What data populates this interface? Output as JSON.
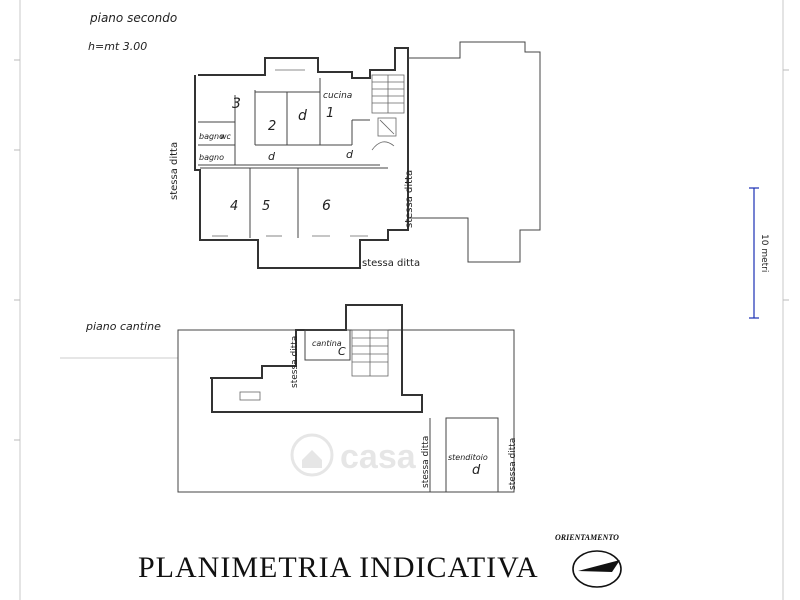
{
  "plan": {
    "upper": {
      "floor_label": "piano secondo",
      "height_label": "h=mt 3.00",
      "rooms": [
        "3",
        "2",
        "1",
        "4",
        "5",
        "6"
      ],
      "kitchen": "cucina",
      "bath1": "bagno",
      "bath1_tag": "wc",
      "bath2": "bagno",
      "notes": [
        "stessa ditta",
        "stessa ditta",
        "stessa ditta"
      ],
      "marks": [
        "d",
        "d",
        "d"
      ]
    },
    "lower": {
      "floor_label": "piano cantine",
      "cellar": "cantina",
      "cellar_mark": "C",
      "laundry": "stenditoio",
      "laundry_mark": "d",
      "notes": [
        "stessa ditta",
        "stessa ditta",
        "stessa ditta"
      ]
    },
    "scale_label": "10 metri",
    "orientation_label": "ORIENTAMENTO",
    "title": "PLANIMETRIA INDICATIVA",
    "watermark": "casa"
  },
  "colors": {
    "scale_bar": "#1a2fb5",
    "ink": "#222222"
  }
}
